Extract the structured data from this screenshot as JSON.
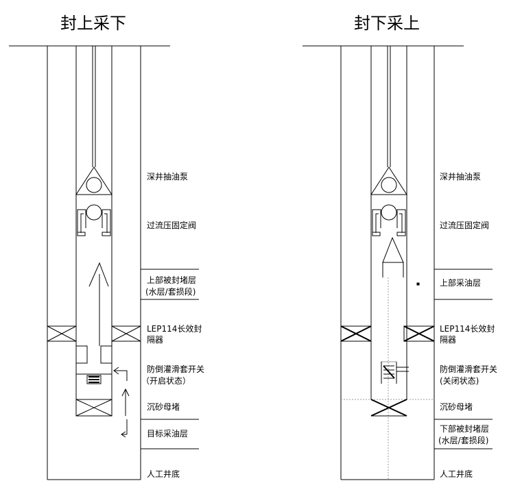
{
  "left_diagram": {
    "title": "封上采下",
    "labels": {
      "pump": "深井抽油泵",
      "valve": "过流压固定阀",
      "upper_layer_1": "上部被封堵层",
      "upper_layer_2": "(水层/套损段)",
      "packer_1": "LEP114长效封",
      "packer_2": "隔器",
      "switch_1": "防倒灌滑套开关",
      "switch_2": "（开启状态）",
      "sand_plug": "沉砂母堵",
      "target_layer": "目标采油层",
      "bottom": "人工井底"
    }
  },
  "right_diagram": {
    "title": "封下采上",
    "labels": {
      "pump": "深井抽油泵",
      "valve": "过流压固定阀",
      "upper_layer": "上部采油层",
      "packer_1": "LEP114长效封",
      "packer_2": "隔器",
      "switch_1": "防倒灌滑套开关",
      "switch_2": "(关闭状态)",
      "sand_plug": "沉砂母堵",
      "lower_layer_1": "下部被封堵层",
      "lower_layer_2": "(水层/套损段)",
      "bottom": "人工井底"
    }
  }
}
